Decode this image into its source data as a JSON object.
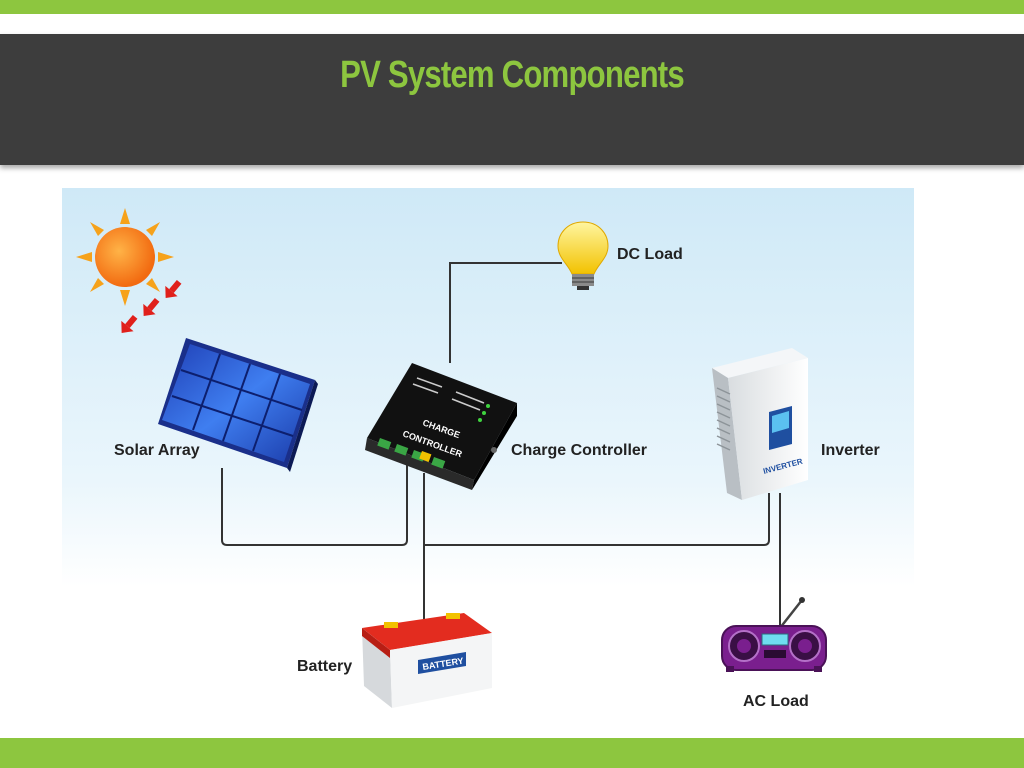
{
  "slide": {
    "title": "PV System Components"
  },
  "components": {
    "solar_array": "Solar Array",
    "charge_controller": "Charge Controller",
    "inverter": "Inverter",
    "dc_load": "DC Load",
    "battery": "Battery",
    "ac_load": "AC Load"
  },
  "device_text": {
    "controller_line1": "CHARGE",
    "controller_line2": "CONTROLLER",
    "battery_label": "BATTERY",
    "inverter_label": "INVERTER"
  },
  "colors": {
    "accent": "#8dc63f",
    "header": "#3d3d3d",
    "sky_top": "#cfe9f7",
    "wire": "#333333"
  }
}
